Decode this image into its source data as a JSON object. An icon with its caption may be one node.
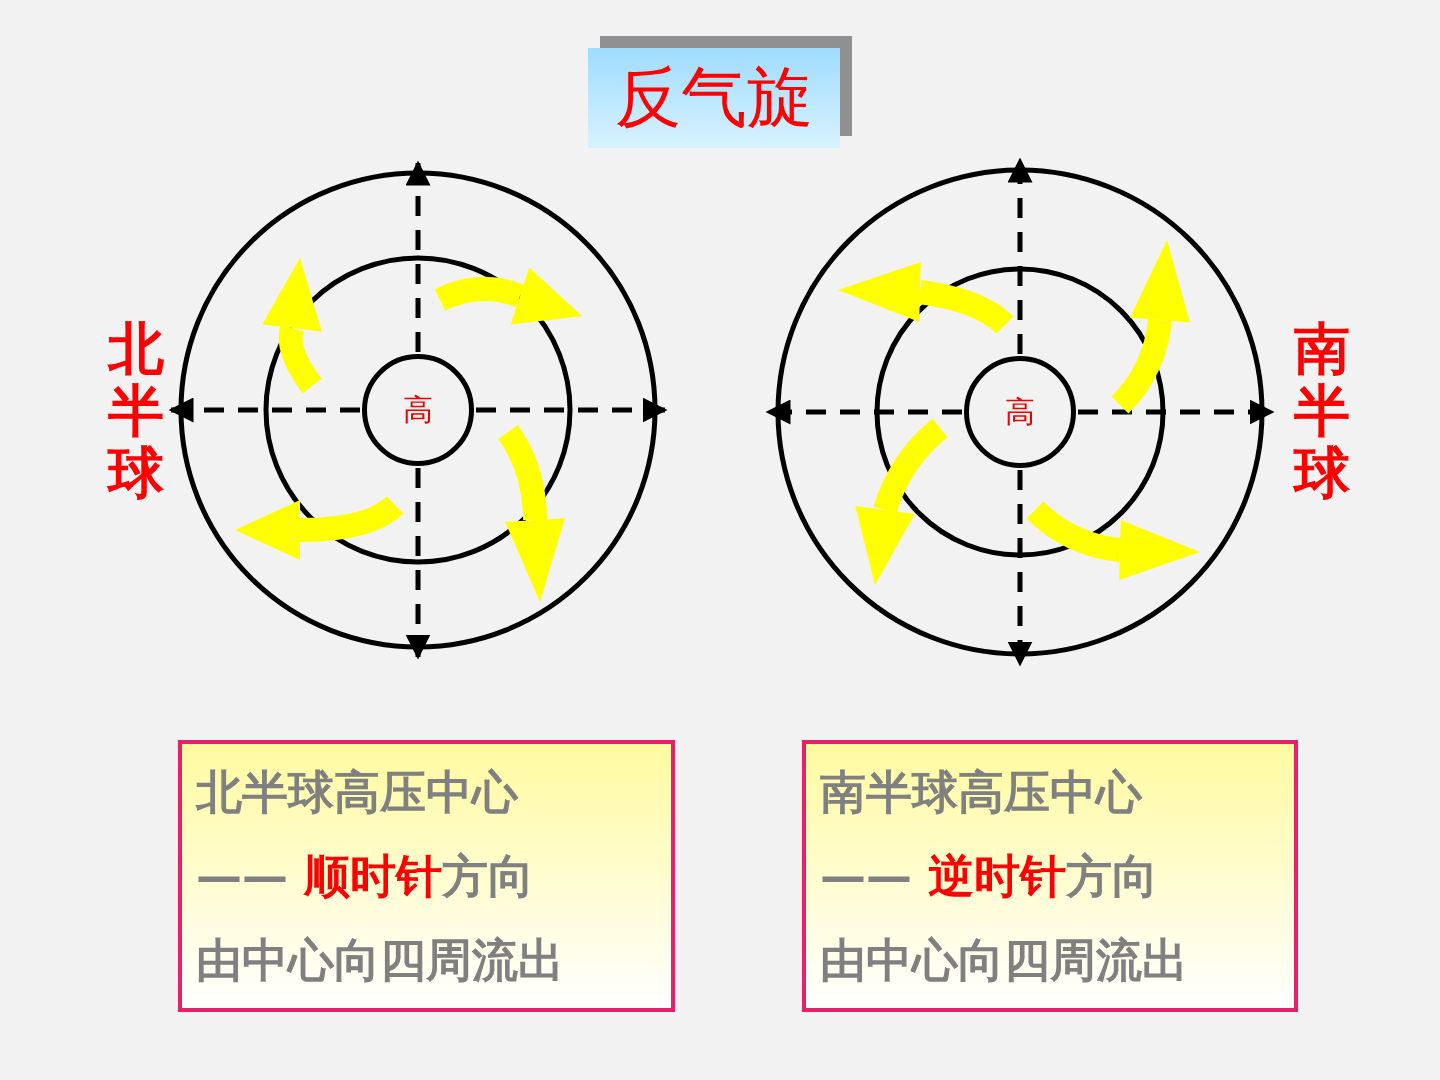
{
  "diagram": {
    "title": "反气旋",
    "nodes": [
      {
        "text": [
          "高"
        ]
      },
      {
        "text": [
          "高"
        ]
      },
      {
        "text": [
          "北半球高压中心",
          "—— **顺时针**方向",
          "由中心向四周流出"
        ]
      },
      {
        "text": [
          "南半球高压中心",
          "—— **逆时针**方向",
          "由中心向四周流出"
        ]
      }
    ],
    "labels": [
      "北半球",
      "南半球"
    ]
  }
}
